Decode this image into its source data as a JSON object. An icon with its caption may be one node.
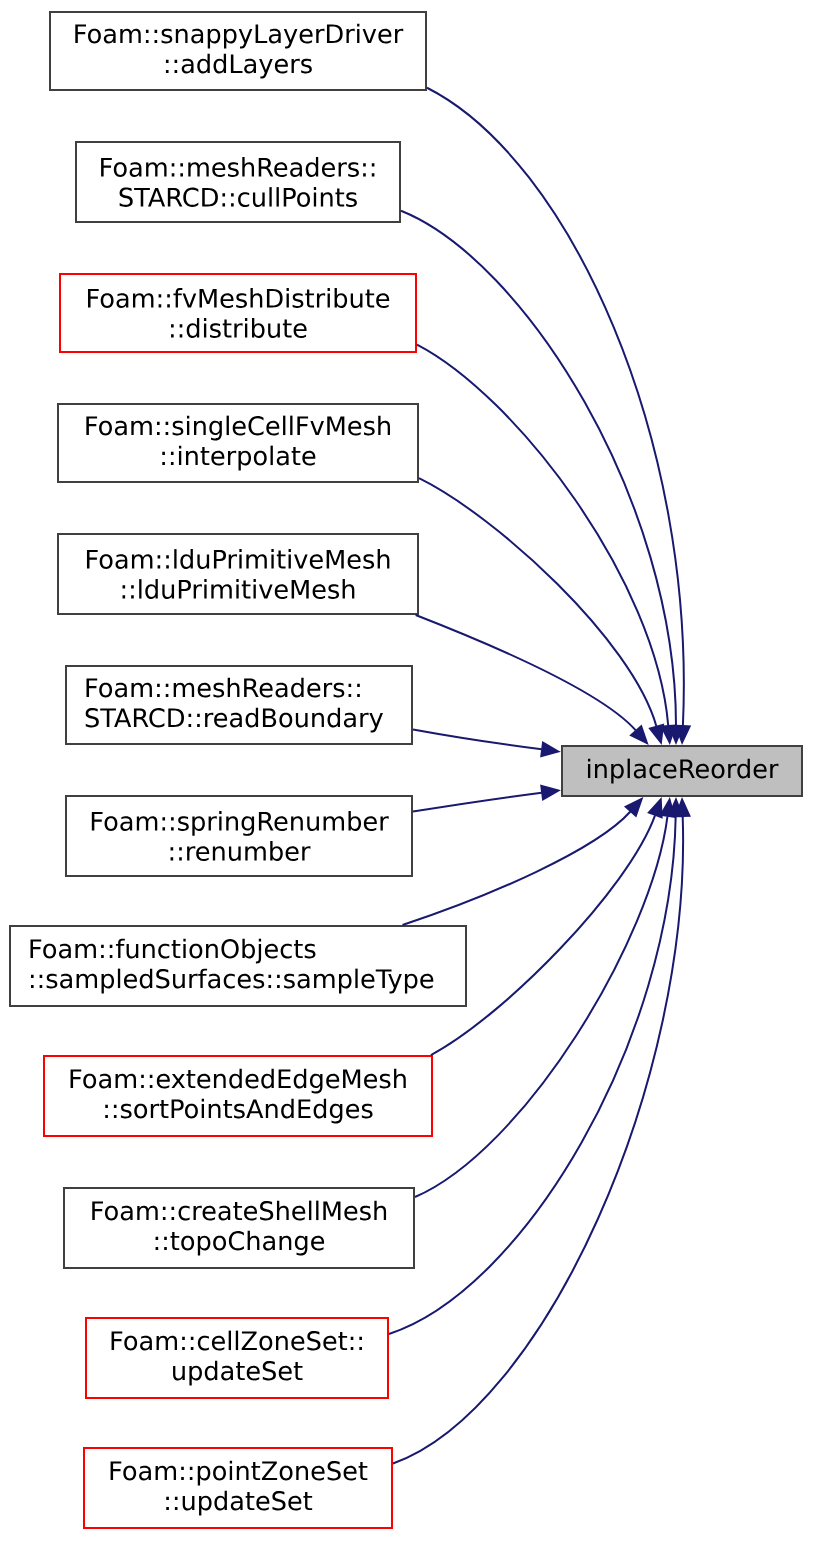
{
  "diagram": {
    "nodes": [
      {
        "text": [
          "Foam::snappyLayerDriver ::addLayers"
        ]
      },
      {
        "text": [
          "Foam::meshReaders:: STARCD::cullPoints"
        ]
      },
      {
        "text": [
          "Foam::fvMeshDistribute ::distribute"
        ]
      },
      {
        "text": [
          "Foam::singleCellFvMesh ::interpolate"
        ]
      },
      {
        "text": [
          "Foam::lduPrimitiveMesh ::lduPrimitiveMesh"
        ]
      },
      {
        "text": [
          "Foam::meshReaders:: STARCD::readBoundary"
        ]
      },
      {
        "text": [
          "Foam::springRenumber ::renumber"
        ]
      },
      {
        "text": [
          "Foam::functionObjects ::sampledSurfaces::sampleType"
        ]
      },
      {
        "text": [
          "Foam::extendedEdgeMesh ::sortPointsAndEdges"
        ]
      },
      {
        "text": [
          "Foam::createShellMesh ::topoChange"
        ]
      },
      {
        "text": [
          "Foam::cellZoneSet:: updateSet"
        ]
      },
      {
        "text": [
          "Foam::pointZoneSet ::updateSet"
        ]
      },
      {
        "text": [
          "inplaceReorder"
        ]
      }
    ],
    "edges": [
      {
        "from": 0,
        "to": 12,
        "arrow": "to"
      },
      {
        "from": 1,
        "to": 12,
        "arrow": "to"
      },
      {
        "from": 2,
        "to": 12,
        "arrow": "to"
      },
      {
        "from": 3,
        "to": 12,
        "arrow": "to"
      },
      {
        "from": 4,
        "to": 12,
        "arrow": "to"
      },
      {
        "from": 5,
        "to": 12,
        "arrow": "to"
      },
      {
        "from": 6,
        "to": 12,
        "arrow": "to"
      },
      {
        "from": 7,
        "to": 12,
        "arrow": "to"
      },
      {
        "from": 8,
        "to": 12,
        "arrow": "to"
      },
      {
        "from": 9,
        "to": 12,
        "arrow": "to"
      },
      {
        "from": 10,
        "to": 12,
        "arrow": "to"
      },
      {
        "from": 11,
        "to": 12,
        "arrow": "to"
      }
    ]
  }
}
